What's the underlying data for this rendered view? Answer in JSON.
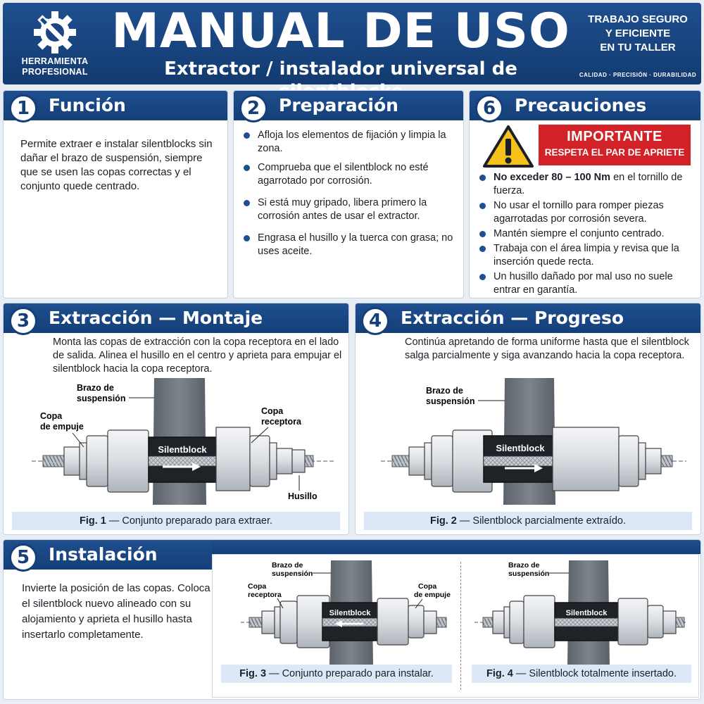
{
  "header": {
    "logo_line1": "HERRAMIENTA",
    "logo_line2": "PROFESIONAL",
    "title": "MANUAL DE USO",
    "subtitle": "Extractor / instalador universal de silentblocks",
    "slogan_line1": "TRABAJO SEGURO",
    "slogan_line2": "Y EFICIENTE",
    "slogan_line3": "EN TU TALLER",
    "tags": "CALIDAD · PRECISIÓN · DURABILIDAD",
    "logo_icon": "gear-wrench-icon"
  },
  "funcion": {
    "number": "1",
    "title": "Función",
    "text": "Permite extraer e instalar silentblocks sin dañar el brazo de suspensión, siempre que se usen las copas correctas y el conjunto quede centrado."
  },
  "preparacion": {
    "number": "2",
    "title": "Preparación",
    "items": [
      "Afloja los elementos de fijación y limpia la zona.",
      "Comprueba que el silentblock no esté agarrotado por corrosión.",
      "Si está muy gripado, libera primero la corrosión antes de usar el extractor.",
      "Engrasa el husillo y la tuerca con grasa; no uses aceite."
    ]
  },
  "precauciones": {
    "number": "6",
    "title": "Precauciones",
    "warning_title": "IMPORTANTE",
    "warning_sub": "RESPETA EL PAR DE APRIETE",
    "first_bold": "No exceder 80 – 100 Nm",
    "first_rest": " en el tornillo de fuerza.",
    "items": [
      "No usar el tornillo para romper piezas agarrotadas por corrosión severa.",
      "Mantén siempre el conjunto centrado.",
      "Trabaja con el área limpia y revisa que la inserción quede recta.",
      "Un husillo dañado por mal uso no suele entrar en garantía."
    ]
  },
  "montaje": {
    "number": "3",
    "title": "Extracción — Montaje",
    "text": "Monta las copas de extracción con la copa receptora en el lado de salida. Alinea el husillo en el centro y aprieta para empujar el silentblock hacia la copa receptora.",
    "label_brazo_1": "Brazo de",
    "label_brazo_2": "suspensión",
    "label_copa_empuje_1": "Copa",
    "label_copa_empuje_2": "de empuje",
    "label_copa_receptora_1": "Copa",
    "label_copa_receptora_2": "receptora",
    "label_husillo": "Husillo",
    "label_silentblock": "Silentblock",
    "fig_label": "Fig. 1",
    "fig_text": " — Conjunto preparado para extraer."
  },
  "progreso": {
    "number": "4",
    "title": "Extracción — Progreso",
    "text": "Continúa apretando de forma uniforme hasta que el silentblock salga parcialmente y siga avanzando hacia la copa receptora.",
    "label_brazo_1": "Brazo de",
    "label_brazo_2": "suspensión",
    "label_silentblock": "Silentblock",
    "fig_label": "Fig. 2",
    "fig_text": " — Silentblock parcialmente extraído."
  },
  "instalacion": {
    "number": "5",
    "title": "Instalación",
    "text": "Invierte la posición de las copas. Coloca el silentblock nuevo alineado con su alojamiento y aprieta el husillo hasta insertarlo completamente.",
    "fig3_brazo_1": "Brazo de",
    "fig3_brazo_2": "suspensión",
    "fig3_copa_receptora_1": "Copa",
    "fig3_copa_receptora_2": "receptora",
    "fig3_copa_empuje_1": "Copa",
    "fig3_copa_empuje_2": "de empuje",
    "fig3_silentblock": "Silentblock",
    "fig3_label": "Fig. 3",
    "fig3_text": " — Conjunto preparado para instalar.",
    "fig4_brazo_1": "Brazo de",
    "fig4_brazo_2": "suspensión",
    "fig4_silentblock": "Silentblock",
    "fig4_label": "Fig. 4",
    "fig4_text": " — Silentblock totalmente insertado."
  },
  "colors": {
    "brand_blue": "#1f4f8f",
    "warning_red": "#d32227",
    "warning_yellow": "#f4c21a"
  }
}
